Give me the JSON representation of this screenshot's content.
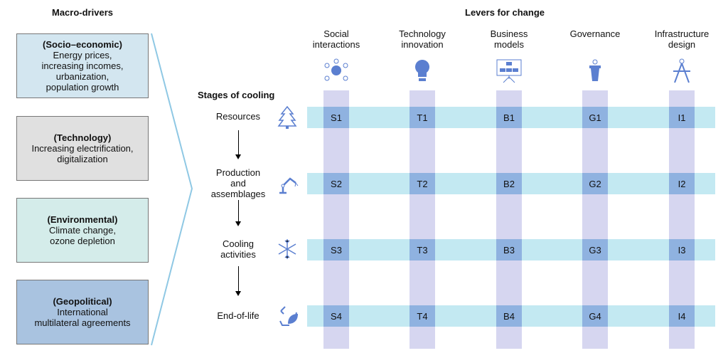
{
  "macro_title": "Macro-drivers",
  "levers_title": "Levers for change",
  "stages_title": "Stages of cooling",
  "drivers": [
    {
      "heading": "(Socio–economic)",
      "lines": [
        "Energy prices,",
        "increasing incomes,",
        "urbanization,",
        "population growth"
      ],
      "color": "#d3e6f0"
    },
    {
      "heading": "(Technology)",
      "lines": [
        "Increasing electrification,",
        "digitalization"
      ],
      "color": "#e0e0e0"
    },
    {
      "heading": "(Environmental)",
      "lines": [
        "Climate change,",
        "ozone depletion"
      ],
      "color": "#d4ecea"
    },
    {
      "heading": "(Geopolitical)",
      "lines": [
        "International",
        "multilateral agreements"
      ],
      "color": "#a9c3e0"
    }
  ],
  "levers": [
    {
      "lines": [
        "Social",
        "interactions"
      ],
      "icon": "social-network-icon",
      "prefix": "S"
    },
    {
      "lines": [
        "Technology",
        "innovation"
      ],
      "icon": "lightbulb-icon",
      "prefix": "T"
    },
    {
      "lines": [
        "Business",
        "models"
      ],
      "icon": "org-chart-icon",
      "prefix": "B"
    },
    {
      "lines": [
        "Governance",
        ""
      ],
      "icon": "podium-icon",
      "prefix": "G"
    },
    {
      "lines": [
        "Infrastructure",
        "design"
      ],
      "icon": "compass-icon",
      "prefix": "I"
    }
  ],
  "stages": [
    {
      "lines": [
        "Resources"
      ],
      "icon": "tree-icon"
    },
    {
      "lines": [
        "Production",
        "and",
        "assemblages"
      ],
      "icon": "robot-arm-icon"
    },
    {
      "lines": [
        "Cooling",
        "activities"
      ],
      "icon": "snowflake-icon"
    },
    {
      "lines": [
        "End-of-life"
      ],
      "icon": "recycle-leaf-icon"
    }
  ],
  "cells": [
    [
      "S1",
      "T1",
      "B1",
      "G1",
      "I1"
    ],
    [
      "S2",
      "T2",
      "B2",
      "G2",
      "I2"
    ],
    [
      "S3",
      "T3",
      "B3",
      "G3",
      "I3"
    ],
    [
      "S4",
      "T4",
      "B4",
      "G4",
      "I4"
    ]
  ],
  "colors": {
    "column": "#d6d6f0",
    "row": "#c3e9f2",
    "cell": "#8fb2e0",
    "icon": "#5b7fd0",
    "chevron": "#8fc8e4"
  }
}
